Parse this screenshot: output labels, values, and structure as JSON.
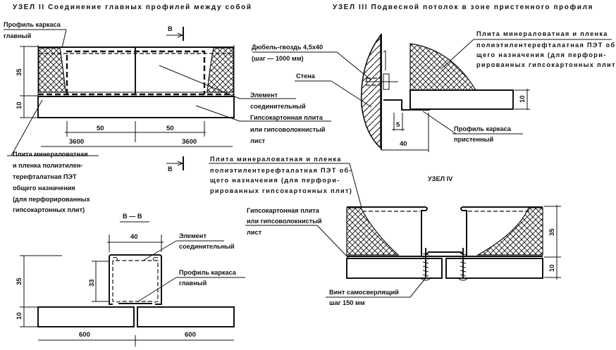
{
  "node2": {
    "title": "УЗЕЛ II   Соединение главных профилей между собой",
    "labels": {
      "main_profile": [
        "Профиль каркаса",
        "главный"
      ],
      "connector": [
        "Элемент",
        "соединительный"
      ],
      "board": [
        "Гипсокартонная плита",
        "или гипсоволокнистый",
        "лист"
      ],
      "wool": [
        "Плита минераловатная",
        "и пленка полиэтилен-",
        "терефталатная ПЭТ",
        "общего назначения",
        "(для перфорированных",
        "гипсокартонных плит)"
      ]
    },
    "section_mark": "В",
    "dims": {
      "height_wool": "35",
      "height_board": "10",
      "left_span": "50",
      "right_span": "50",
      "left_step": "3600",
      "right_step": "3600"
    }
  },
  "section_bb": {
    "title": "В — В",
    "labels": {
      "connector": [
        "Элемент",
        "соединительный"
      ],
      "main_profile": [
        "Профиль каркаса",
        "главный"
      ]
    },
    "dims": {
      "width": "40",
      "inner_height": "33",
      "height_total": "35",
      "height_board": "10",
      "left_board": "600",
      "right_board": "600"
    }
  },
  "node3": {
    "title": "УЗЕЛ III   Подвесной потолок в зоне пристенного профиля",
    "labels": {
      "dowel": [
        "Дюбель-гвоздь 4,5x40",
        "(шаг — 1000 мм)"
      ],
      "wall": "Стена",
      "wool": [
        "Плита минераловатная и пленка",
        "полиэтилентерефталатная ПЭТ об-",
        "щего назначения (для перфори-",
        "рированных гипсокартонных плит)"
      ],
      "wall_profile": [
        "Профиль каркаса",
        "пристенный"
      ]
    },
    "dims": {
      "gap": "5",
      "width": "40",
      "height_board": "10"
    }
  },
  "node4": {
    "title": "УЗЕЛ IV",
    "labels": {
      "wool": [
        "Плита минераловатная и пленка",
        "полиэтилентерефталатная ПЭТ об-",
        "щего назначения (для перфори-",
        "рированных гипсокартонных плит)"
      ],
      "board": [
        "Гипсокартонная плита",
        "или гипсоволокнистый",
        "лист"
      ],
      "screw": [
        "Винт самосверлящий",
        "шаг 150 мм"
      ]
    },
    "dims": {
      "height_wool": "35",
      "height_board": "10"
    }
  }
}
